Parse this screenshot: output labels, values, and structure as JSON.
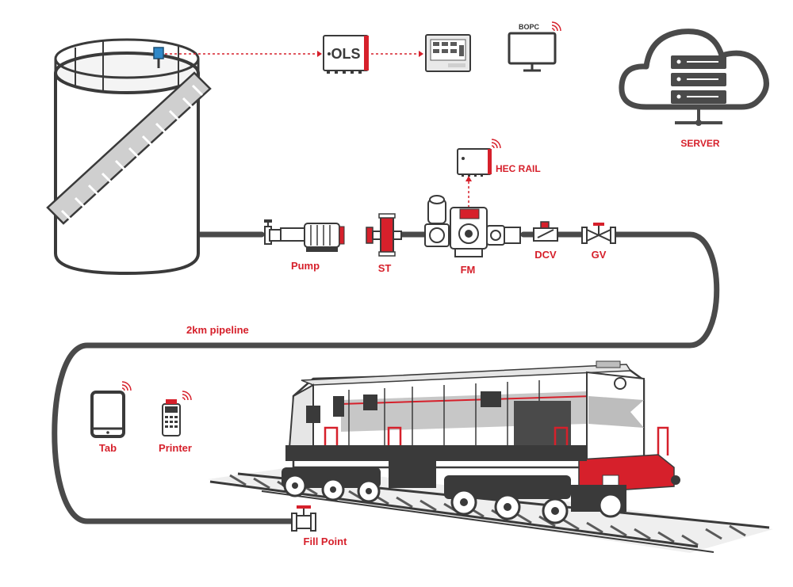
{
  "labels": {
    "ols": "OLS",
    "bopc": "BOPC",
    "server": "SERVER",
    "hec_rail": "HEC RAIL",
    "pump": "Pump",
    "st": "ST",
    "fm": "FM",
    "dcv": "DCV",
    "gv": "GV",
    "pipeline": "2km pipeline",
    "tab": "Tab",
    "printer": "Printer",
    "fill_point": "Fill Point"
  },
  "colors": {
    "accent_red": "#d6202b",
    "pipe_gray": "#4a4a4a",
    "outline_dark": "#3a3a3a",
    "light_gray": "#e6e6e6",
    "mid_gray": "#bdbdbd"
  },
  "icons": [
    "tank-icon",
    "level-sensor-icon",
    "ols-controller-icon",
    "display-unit-icon",
    "monitor-icon",
    "cloud-server-icon",
    "hec-rail-box-icon",
    "pump-icon",
    "strainer-icon",
    "flow-meter-icon",
    "check-valve-icon",
    "gate-valve-icon",
    "tablet-icon",
    "printer-icon",
    "fill-valve-icon",
    "locomotive-icon",
    "wifi-icon"
  ]
}
